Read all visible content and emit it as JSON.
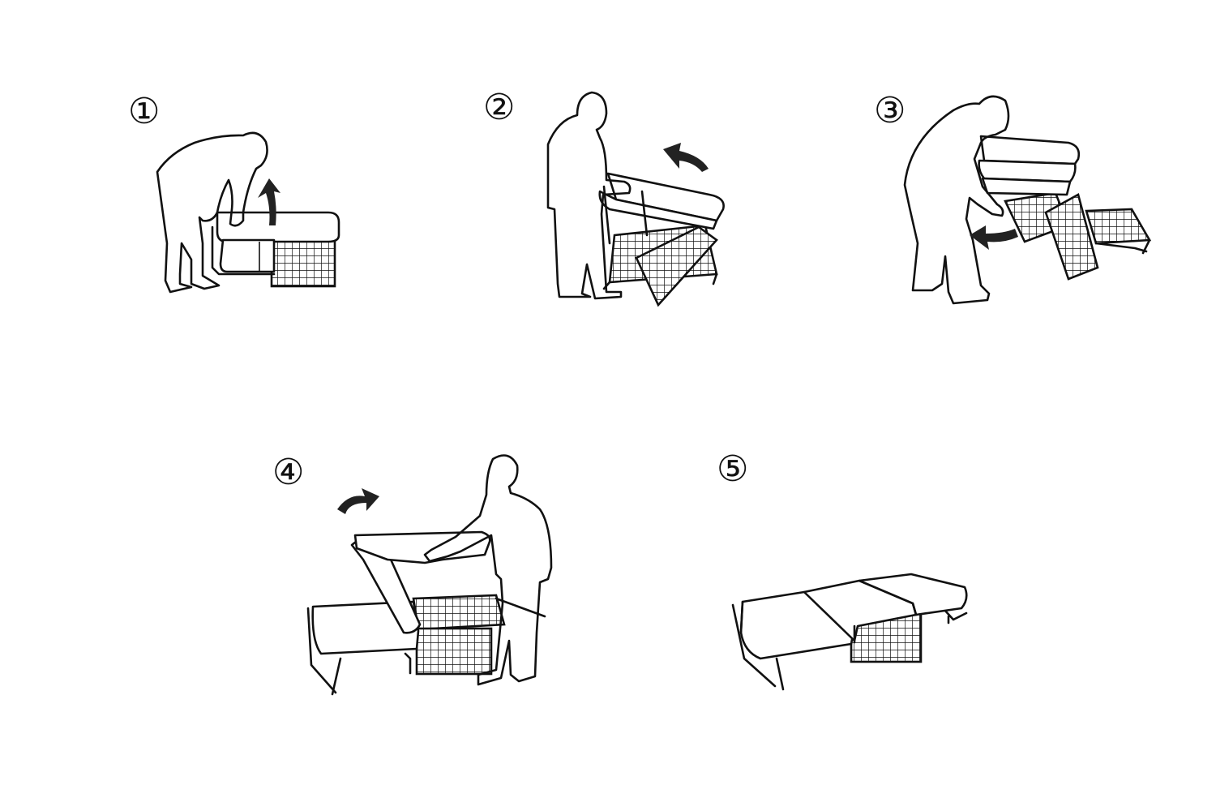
{
  "steps": [
    {
      "id": 1,
      "number": "①",
      "arrow": "up"
    },
    {
      "id": 2,
      "number": "②",
      "arrow": "left"
    },
    {
      "id": 3,
      "number": "③",
      "arrow": "left"
    },
    {
      "id": 4,
      "number": "④",
      "arrow": "right"
    },
    {
      "id": 5,
      "number": "⑤",
      "arrow": "none"
    }
  ],
  "colors": {
    "ink": "#111111",
    "arrow": "#222222",
    "background": "#ffffff"
  }
}
